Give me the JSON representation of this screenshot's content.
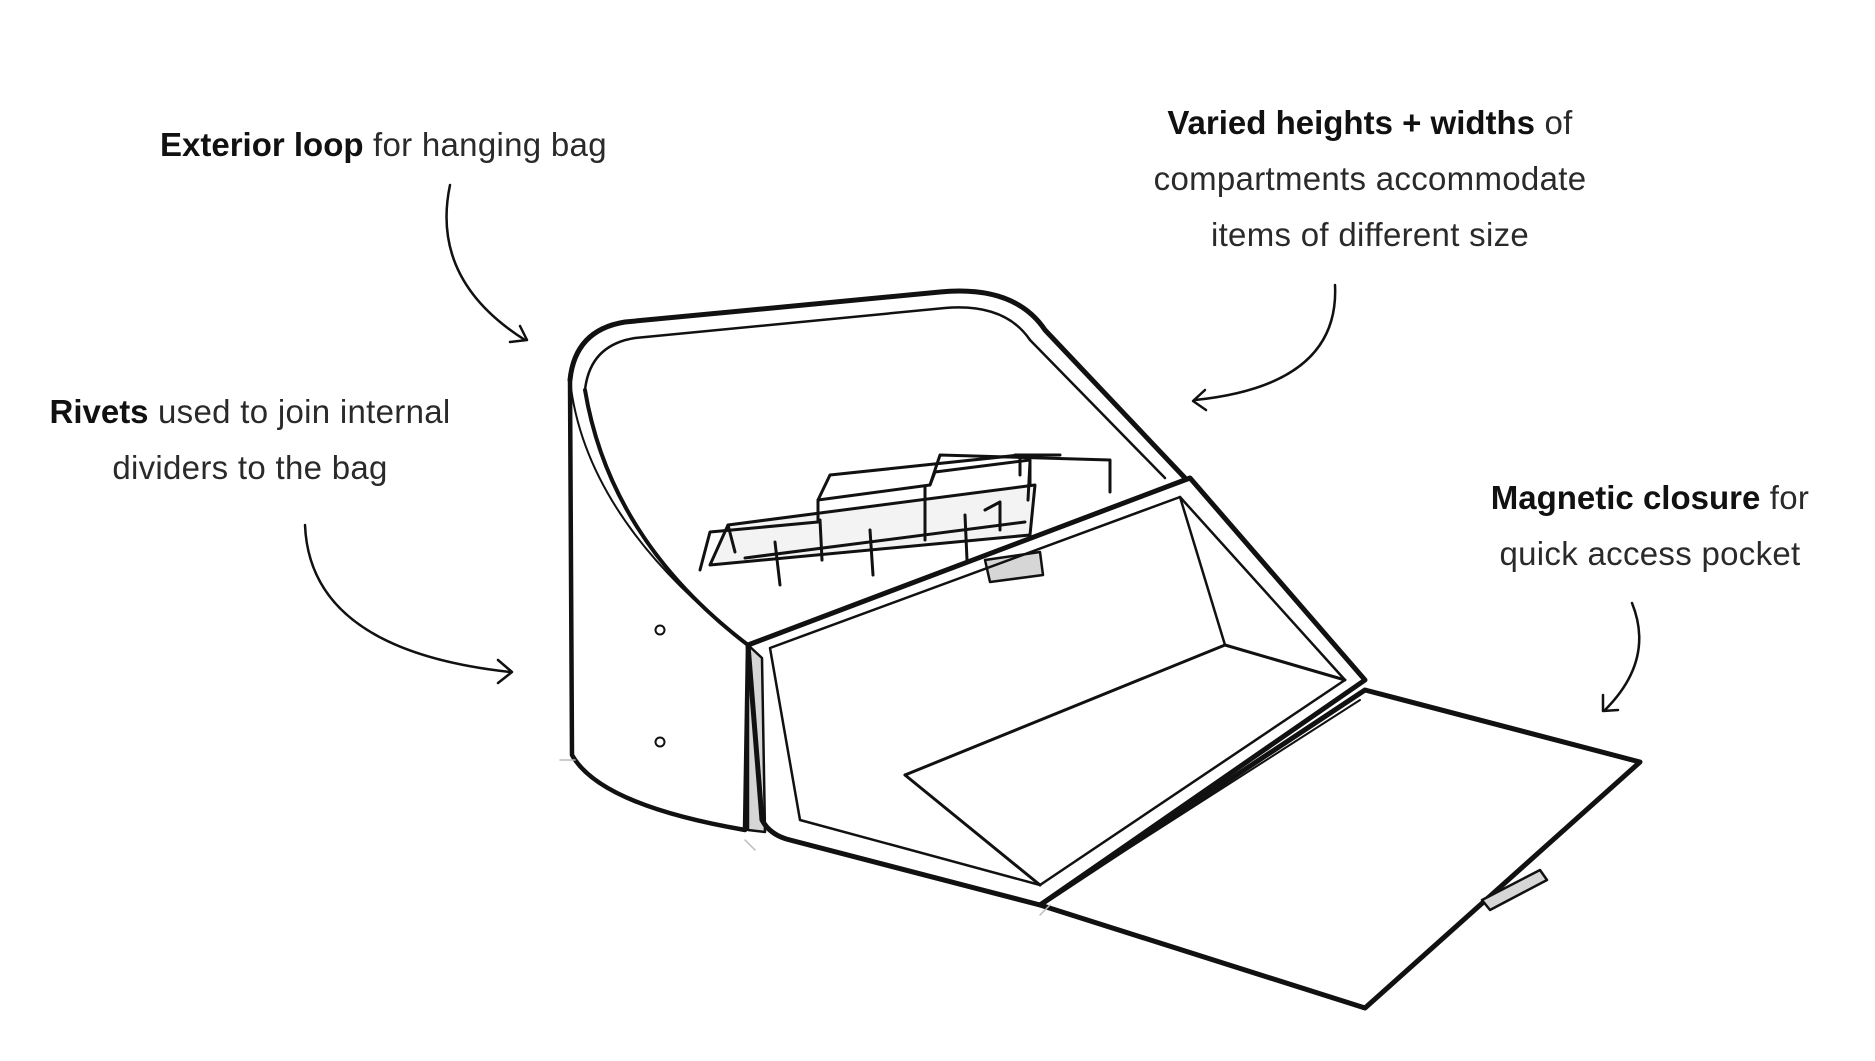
{
  "annotations": {
    "exterior_loop": {
      "bold": "Exterior loop",
      "rest": " for hanging bag"
    },
    "rivets": {
      "bold": "Rivets",
      "rest": " used to join internal",
      "line2": "dividers to the bag"
    },
    "varied": {
      "bold": "Varied heights + widths",
      "rest": " of",
      "line2": "compartments accommodate",
      "line3": "items of different size"
    },
    "magnetic": {
      "bold": "Magnetic closure",
      "rest": " for",
      "line2": "quick access pocket"
    }
  },
  "colors": {
    "ink": "#111111",
    "shade": "#d6d6d6",
    "background": "#ffffff"
  }
}
